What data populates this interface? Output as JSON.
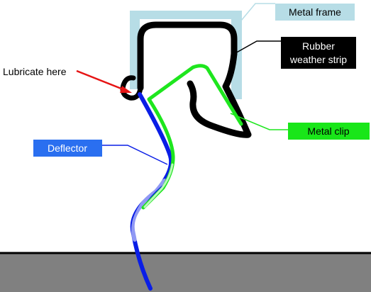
{
  "diagram": {
    "labels": {
      "metal_frame": "Metal frame",
      "rubber_weather_strip_line1": "Rubber",
      "rubber_weather_strip_line2": "weather strip",
      "lubricate_here": "Lubricate here",
      "metal_clip": "Metal clip",
      "deflector": "Deflector"
    },
    "colors": {
      "background": "#ffffff",
      "ground": "#808080",
      "ground_line": "#000000",
      "metal_frame": "#b7dde6",
      "metal_frame_label_bg": "#b7dde6",
      "rubber_strip": "#000000",
      "rubber_label_bg": "#000000",
      "rubber_label_text": "#ffffff",
      "metal_clip": "#1ee61e",
      "metal_clip_label_bg": "#19e619",
      "deflector": "#0a1ee6",
      "deflector_label_bg": "#2a6ff0",
      "deflector_label_text": "#ffffff",
      "lubricate_arrow": "#e61414"
    }
  }
}
